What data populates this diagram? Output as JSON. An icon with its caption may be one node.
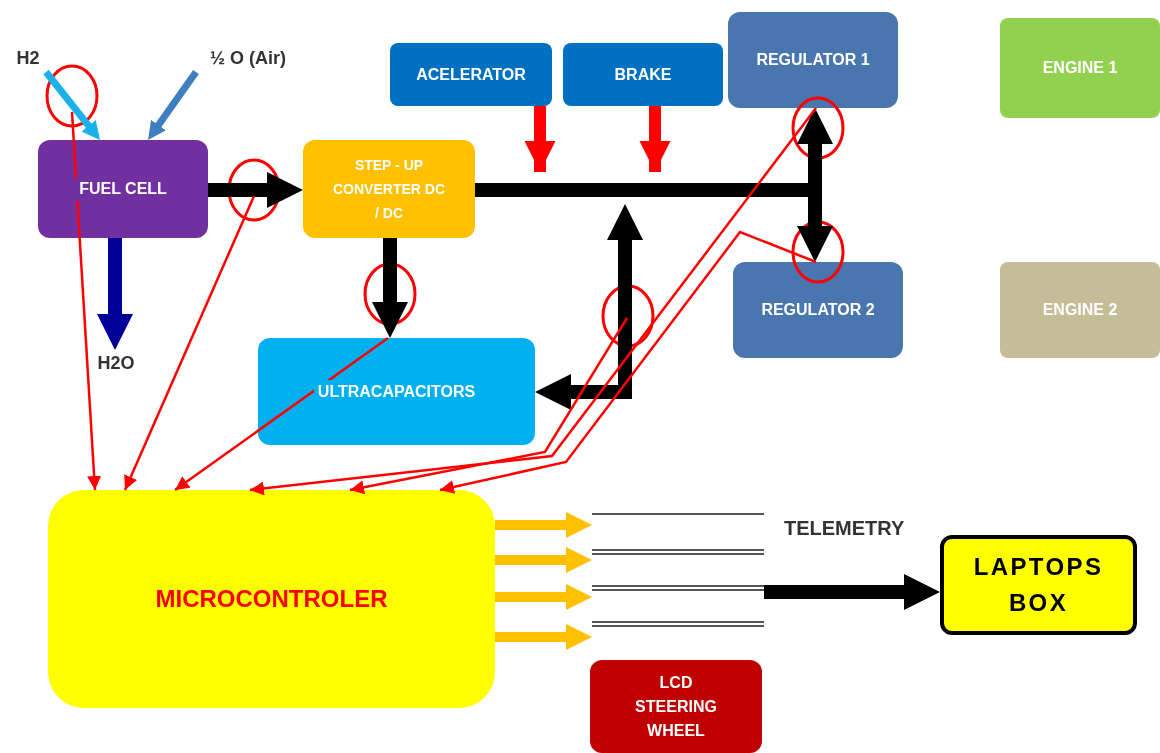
{
  "diagram": {
    "nodes": [
      {
        "text": [
          "H2"
        ]
      },
      {
        "text": [
          "½ O (Air)"
        ]
      },
      {
        "text": [
          "FUEL CELL"
        ]
      },
      {
        "text": [
          "H2O"
        ]
      },
      {
        "text": [
          "STEP - UP CONVERTER DC / DC"
        ]
      },
      {
        "text": [
          "ACELERATOR"
        ]
      },
      {
        "text": [
          "BRAKE"
        ]
      },
      {
        "text": [
          "REGULATOR 1"
        ]
      },
      {
        "text": [
          "ENGINE 1"
        ]
      },
      {
        "text": [
          "ULTRACAPACITORS"
        ]
      },
      {
        "text": [
          "REGULATOR 2"
        ]
      },
      {
        "text": [
          "ENGINE 2"
        ]
      },
      {
        "text": [
          "MICROCONTROLER"
        ]
      },
      {
        "text": [],
        "shape": "box",
        "beside": [
          "TELEMETRY"
        ]
      },
      {
        "text": [
          "LAPTOPS BOX"
        ]
      },
      {
        "text": [
          "LCD STEERING WHEEL"
        ]
      }
    ],
    "edges": [
      {
        "from": 0,
        "to": 2,
        "arrow": "to",
        "color": "#1ab0e8"
      },
      {
        "from": 1,
        "to": 2,
        "arrow": "to",
        "color": "#3f7fbf"
      },
      {
        "from": 2,
        "to": 4,
        "arrow": "to",
        "color": "#000000"
      },
      {
        "from": 2,
        "to": 3,
        "arrow": "to",
        "color": "#000099"
      },
      {
        "from": 4,
        "to": 9,
        "arrow": "to",
        "color": "#000000"
      },
      {
        "from": 4,
        "to": 7,
        "arrow": "to",
        "color": "#000000"
      },
      {
        "from": 4,
        "to": 10,
        "arrow": "to",
        "color": "#000000"
      },
      {
        "from": 5,
        "to": null,
        "arrow": "to",
        "color": "#ff0000"
      },
      {
        "from": 6,
        "to": null,
        "arrow": "to",
        "color": "#ff0000"
      },
      {
        "from": 9,
        "to": null,
        "arrow": "both",
        "color": "#000000"
      },
      {
        "from": 12,
        "to": 13,
        "arrow": "to",
        "color": "#ffc000"
      },
      {
        "from": 12,
        "to": 13,
        "arrow": "to",
        "color": "#ffc000"
      },
      {
        "from": 12,
        "to": 13,
        "arrow": "to",
        "color": "#ffc000"
      },
      {
        "from": 12,
        "to": 13,
        "arrow": "to",
        "color": "#ffc000"
      },
      {
        "from": 13,
        "to": 14,
        "arrow": "to",
        "color": "#000000"
      },
      {
        "from": null,
        "to": 12,
        "arrow": "to",
        "color": "#ff0000"
      },
      {
        "from": null,
        "to": 12,
        "arrow": "to",
        "color": "#ff0000"
      },
      {
        "from": 9,
        "to": 12,
        "arrow": "to",
        "color": "#ff0000"
      },
      {
        "from": 7,
        "to": 12,
        "arrow": "to",
        "color": "#ff0000"
      },
      {
        "from": null,
        "to": 12,
        "arrow": "to",
        "color": "#ff0000"
      },
      {
        "from": 10,
        "to": 12,
        "arrow": "to",
        "color": "#ff0000"
      }
    ]
  }
}
